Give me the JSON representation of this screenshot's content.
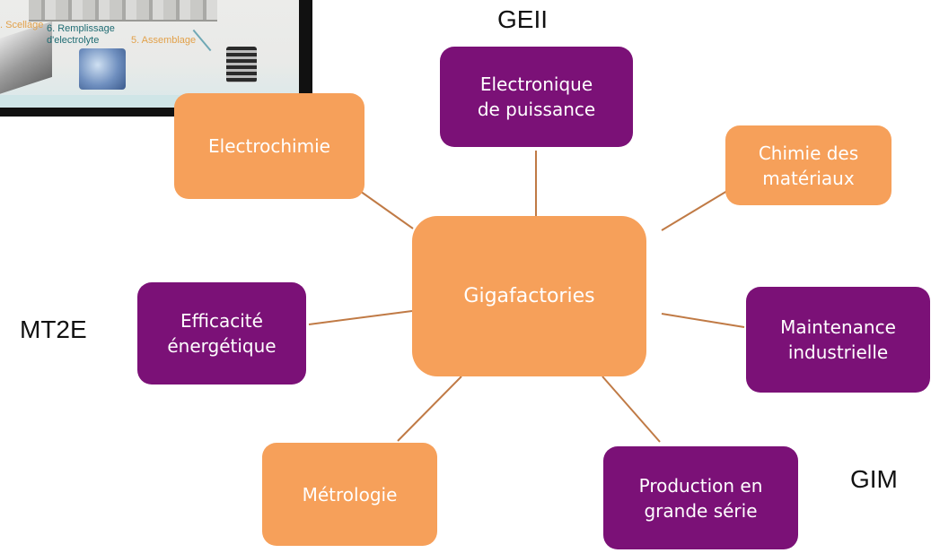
{
  "inset": {
    "label_1": ". Scellage",
    "label_2": "6. Remplissage\nd'electrolyte",
    "label_3": "5. Assemblage"
  },
  "diagram": {
    "center": "Gigafactories",
    "nodes": {
      "electrochimie": "Electrochimie",
      "electronique": "Electronique\nde puissance",
      "chimie": "Chimie des\nmatériaux",
      "maintenance": "Maintenance\nindustrielle",
      "production": "Production en\ngrande série",
      "metrologie": "Métrologie",
      "efficacite": "Efficacité\nénergétique"
    },
    "group_labels": {
      "geii": "GEII",
      "mt2e": "MT2E",
      "gim": "GIM"
    }
  },
  "colors": {
    "orange": "#f6a05a",
    "purple": "#7b1177",
    "connector": "#c07a45"
  }
}
